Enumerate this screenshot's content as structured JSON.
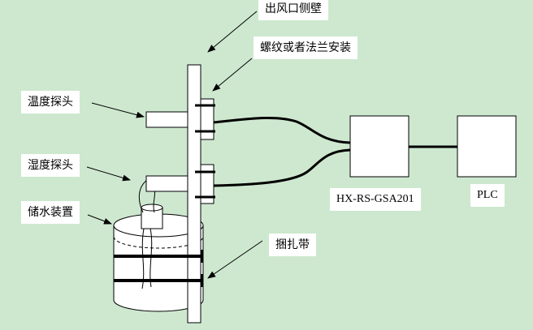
{
  "labels": {
    "outlet_wall": "出风口侧壁",
    "mount": "螺纹或者法兰安装",
    "temp_probe": "温度探头",
    "humid_probe": "湿度探头",
    "water_tank": "储水装置",
    "strap": "捆扎带",
    "sensor_model": "HX-RS-GSA201",
    "plc": "PLC"
  },
  "colors": {
    "background": "#cde8cf",
    "stroke": "#000000",
    "fill": "#ffffff"
  }
}
